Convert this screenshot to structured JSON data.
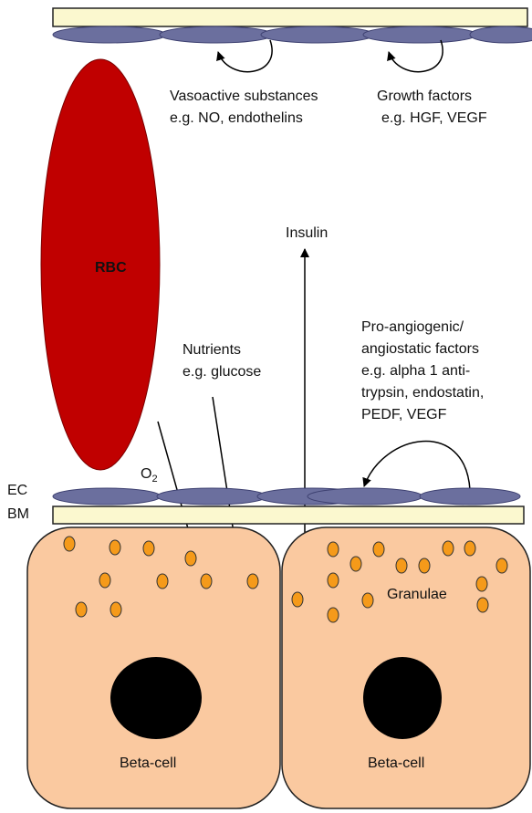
{
  "labels": {
    "vasoactive_line1": "Vasoactive substances",
    "vasoactive_line2": "e.g. NO, endothelins",
    "growth_line1": "Growth factors",
    "growth_line2": "e.g. HGF, VEGF",
    "insulin": "Insulin",
    "rbc": "RBC",
    "nutrients_line1": "Nutrients",
    "nutrients_line2": "e.g. glucose",
    "angio_line1": "Pro-angiogenic/",
    "angio_line2": "angiostatic factors",
    "angio_line3": "e.g. alpha 1 anti-",
    "angio_line4": "trypsin, endostatin,",
    "angio_line5": "PEDF, VEGF",
    "oxygen_main": "O",
    "oxygen_sub": "2",
    "ec": "EC",
    "bm": "BM",
    "granulae": "Granulae",
    "beta_cell_left": "Beta-cell",
    "beta_cell_right": "Beta-cell"
  },
  "colors": {
    "rbc": "#c00000",
    "endothelial_cell": "#6b6f9e",
    "basement_membrane": "#fbf8cf",
    "beta_cell": "#fac9a0",
    "granule": "#f59a1a",
    "nucleus": "#000000"
  }
}
